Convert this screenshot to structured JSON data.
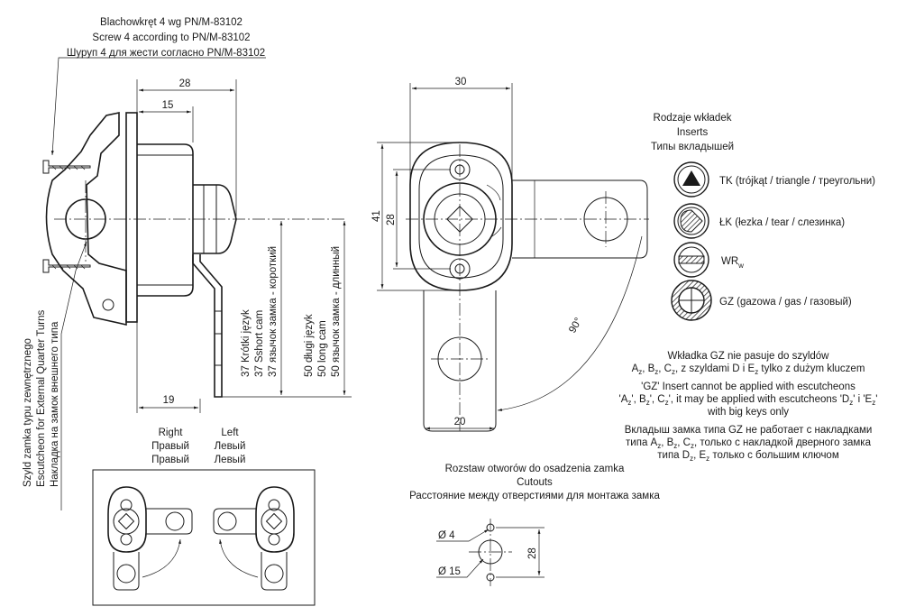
{
  "screw_note": {
    "pl": "Blachowkręt 4 wg PN/M-83102",
    "en": "Screw 4 according to PN/M-83102",
    "ru": "Шуруп 4 для жести согласно PN/M-83102"
  },
  "escutcheon_note": {
    "pl": "Szyld zamka typu zewnętrznego",
    "en": "Escutcheon for External Quarter Turns",
    "ru": "Накладка на замок внешнего типа"
  },
  "side_view": {
    "dim_28": "28",
    "dim_15": "15",
    "dim_19": "19",
    "cam_37": [
      "37 Krótki język",
      "37 Sshort cam",
      "37 язычок замка - короткий"
    ],
    "cam_50": [
      "50 długi język",
      "50 long cam",
      "50 язычок замка - длинный"
    ]
  },
  "front_view": {
    "dim_30": "30",
    "dim_41": "41",
    "dim_28": "28",
    "dim_20": "20",
    "angle_90": "90°"
  },
  "inserts": {
    "title": [
      "Rodzaje wkładek",
      "Inserts",
      "Типы вкладышей"
    ],
    "items": [
      {
        "icon": "triangle-insert-icon",
        "label": "TK (trójkąt / triangle / треугольни)"
      },
      {
        "icon": "tear-insert-icon",
        "label": "ŁK (łezka / tear / слезинка)"
      },
      {
        "icon": "wrw-insert-icon",
        "label": "WR",
        "sub": "w"
      },
      {
        "icon": "gas-insert-icon",
        "label": "GZ (gazowa / gas / газовый)"
      }
    ]
  },
  "gz_note": {
    "pl_1": "Wkładka GZ nie pasuje do szyldów",
    "pl_2": "A",
    "pl_2b": "z",
    "pl_2c": ", B",
    "pl_2d": "z",
    "pl_2e": ", C",
    "pl_2f": "z",
    "pl_2g": ", z szyldami D i E",
    "pl_2h": "z",
    "pl_2i": " tylko z dużym kluczem",
    "en_1": "'GZ' Insert cannot be applied with escutcheons",
    "en_2": "'A",
    "en_2b": "z",
    "en_2c": "', B",
    "en_2d": "z",
    "en_2e": "', C",
    "en_2f": "z",
    "en_2g": "', it may be applied with escutcheons 'D",
    "en_2h": "z",
    "en_2i": "' i 'E",
    "en_2j": "z",
    "en_2k": "'",
    "en_3": "with big keys only",
    "ru_1": "Вкладыш замка типа GZ не работает с накладками",
    "ru_2": "типа A",
    "ru_2b": "z",
    "ru_2c": ", B",
    "ru_2d": "z",
    "ru_2e": ", C",
    "ru_2f": "z",
    "ru_2g": ", только с накладкой дверного замка",
    "ru_3": "типа D",
    "ru_3b": "z",
    "ru_3c": ", E",
    "ru_3d": "z",
    "ru_3e": " только с большим ключом"
  },
  "direction": {
    "right": [
      "Right",
      "Правый",
      "Правый"
    ],
    "left": [
      "Left",
      "Левый",
      "Левый"
    ]
  },
  "cutouts": {
    "title": [
      "Rozstaw otworów do osadzenia zamka",
      "Cutouts",
      "Расстояние между отверстиями для монтажа замка"
    ],
    "d4": "Ø 4",
    "d15": "Ø 15",
    "dim_28": "28"
  }
}
